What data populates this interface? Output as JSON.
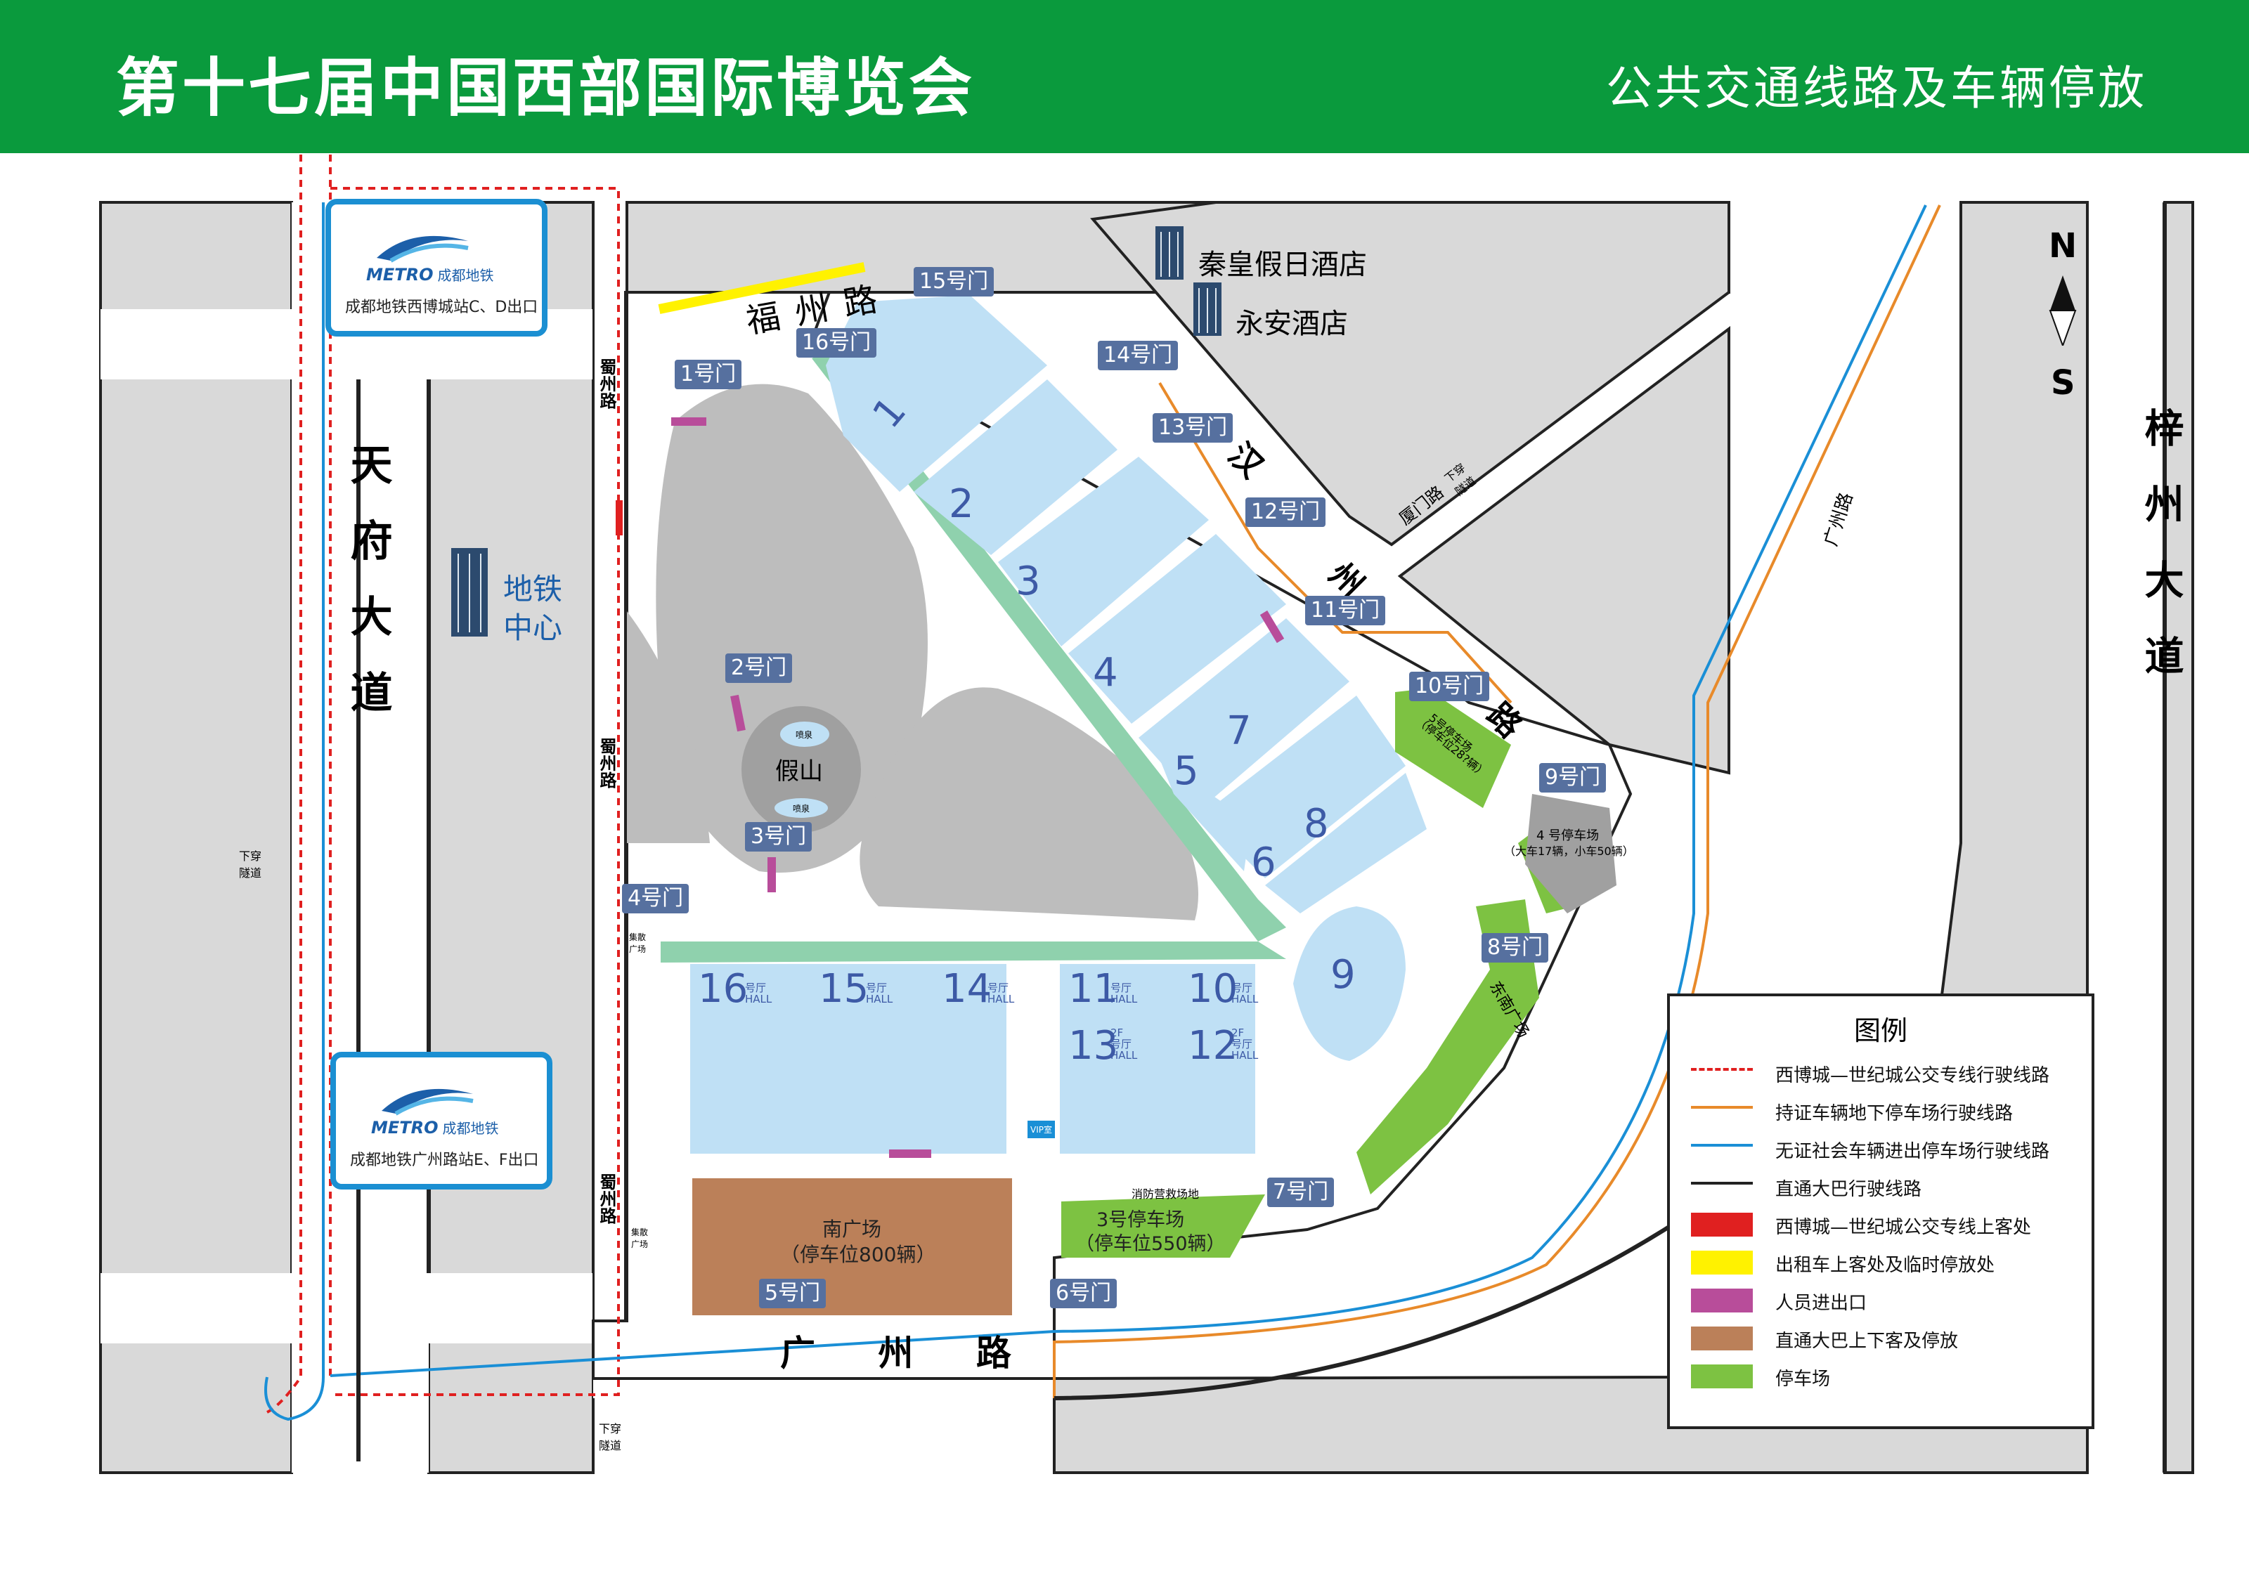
{
  "header": {
    "title": "第十七届中国西部国际博览会",
    "subtitle": "公共交通线路及车辆停放"
  },
  "roads": {
    "tianfu": "天府大道",
    "zizhou": "梓州大道",
    "fuzhou": "福州路",
    "shuzhou_top": "蜀州路",
    "shuzhou_mid": "蜀州路",
    "shuzhou_bot": "蜀州路",
    "guangzhou_main": "广 州 路",
    "guangzhou_diag": "广州路",
    "hanzhou": [
      "汉",
      "州",
      "路"
    ],
    "xiamen": "厦门路",
    "underpass": "下穿隧道"
  },
  "hotels": {
    "qinhuang": "秦皇假日酒店",
    "yongan": "永安酒店"
  },
  "metro_center": [
    "地铁",
    "中心"
  ],
  "metro": {
    "brand": "METRO",
    "brand_cn": "成都地铁",
    "station_top": "成都地铁西博城站C、D出口",
    "station_bottom": "成都地铁广州路站E、F出口"
  },
  "gates": [
    "1号门",
    "2号门",
    "3号门",
    "4号门",
    "5号门",
    "6号门",
    "7号门",
    "8号门",
    "9号门",
    "10号门",
    "11号门",
    "12号门",
    "13号门",
    "14号门",
    "15号门",
    "16号门"
  ],
  "halls": {
    "h1": "1",
    "h2": "2",
    "h3": "3",
    "h4": "4",
    "h5": "5",
    "h6": "6",
    "h7": "7",
    "h8": "8",
    "h9": "9",
    "h10": "10",
    "h11": "11",
    "h12": "12",
    "h13": "13",
    "h14": "14",
    "h15": "15",
    "h16": "16",
    "suffix_cn": "号厅",
    "suffix_en": "HALL",
    "floor": "2F"
  },
  "landmarks": {
    "rockery": "假山",
    "fountain": "喷泉",
    "south_plaza": "南广场",
    "south_plaza_cap": "（停车位800辆）",
    "east_south_plaza": "东南广场",
    "parking3": "3号停车场",
    "parking3_cap": "（停车位550辆）",
    "parking4": "4 号停车场",
    "parking4_cap": "（大车17辆，小车50辆）",
    "parking5": "5号停车场",
    "parking5_cap": "（停车位28?辆）",
    "fire_rescue": "消防营救场地",
    "vip": "VIP室",
    "assembly_plaza": "集散广场"
  },
  "compass": {
    "n": "N",
    "s": "S"
  },
  "legend": {
    "title": "图例",
    "items": [
      {
        "label": "西博城—世纪城公交专线行驶线路",
        "kind": "dashed",
        "color": "#e02020"
      },
      {
        "label": "持证车辆地下停车场行驶线路",
        "kind": "line",
        "color": "#e88a2a"
      },
      {
        "label": "无证社会车辆进出停车场行驶线路",
        "kind": "line",
        "color": "#1a8fd6"
      },
      {
        "label": "直通大巴行驶线路",
        "kind": "line",
        "color": "#222222"
      },
      {
        "label": "西博城—世纪城公交专线上客处",
        "kind": "box",
        "color": "#e02020"
      },
      {
        "label": "出租车上客处及临时停放处",
        "kind": "box",
        "color": "#fff200"
      },
      {
        "label": "人员进出口",
        "kind": "box",
        "color": "#b84d9a"
      },
      {
        "label": "直通大巴上下客及停放",
        "kind": "box",
        "color": "#bb8059"
      },
      {
        "label": "停车场",
        "kind": "box",
        "color": "#7dc242"
      }
    ]
  },
  "colors": {
    "header_green": "#0a9a3d",
    "hall_blue": "#bfe0f5",
    "plaza_gray": "#bdbdbd",
    "walkway_green": "#8fd1ad",
    "parking_green": "#7dc242",
    "south_plaza_brown": "#bb8059",
    "gate_blue": "#56709f",
    "road_line": "#222222"
  }
}
